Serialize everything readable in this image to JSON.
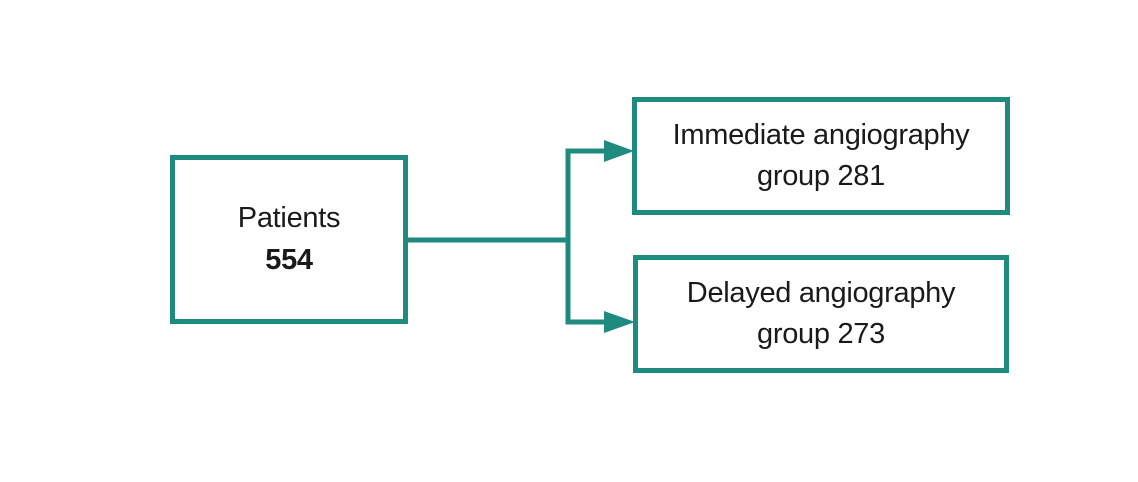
{
  "diagram": {
    "accent_color": "#1f8a7e",
    "text_color": "#1a1a1a",
    "background_color": "#ffffff",
    "nodes": {
      "patients": {
        "label": "Patients",
        "value": "554"
      },
      "immediate": {
        "line1": "Immediate angiography",
        "line2": "group 281"
      },
      "delayed": {
        "line1": "Delayed angiography",
        "line2": "group 273"
      }
    }
  }
}
